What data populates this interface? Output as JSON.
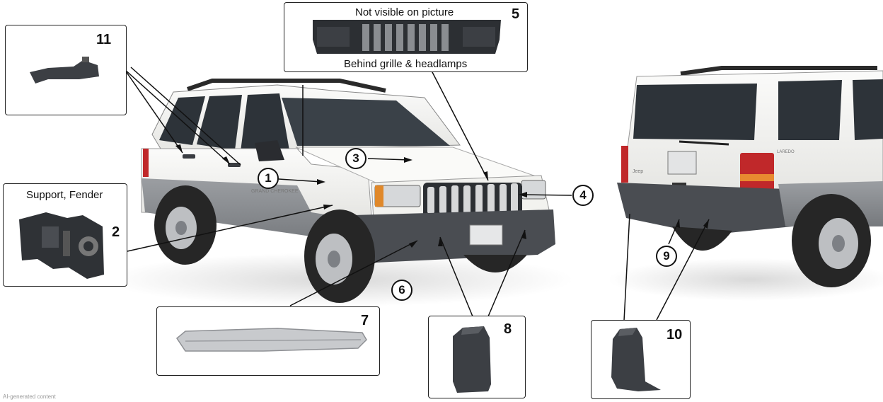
{
  "callouts": {
    "c1": "1",
    "c2": "2",
    "c3": "3",
    "c4": "4",
    "c5": "5",
    "c6": "6",
    "c7": "7",
    "c8": "8",
    "c9": "9",
    "c10": "10",
    "c11": "11"
  },
  "captions": {
    "support_fender": "Support, Fender",
    "not_visible": "Not visible on picture",
    "behind_grille": "Behind grille & headlamps"
  },
  "watermark": "AI-generated content",
  "colors": {
    "body_white": "#f4f4f2",
    "cladding_gray": "#8c8f93",
    "bumper_dark": "#4a4d52",
    "tire_black": "#262626",
    "glass": "#2d3339",
    "taillight_red": "#c0282a",
    "part_dark": "#3c3f44",
    "part_silver": "#c8cacd"
  },
  "icons": {
    "door_handle": "door-handle-part-icon",
    "fender_support": "fender-support-bracket-icon",
    "grille_reinforcement": "grille-reinforcement-part-icon",
    "bumper_reinforcement": "bumper-reinforcement-bar-icon",
    "front_bumper_end_cap": "bumper-end-cap-icon",
    "rear_bumper_end_cap": "rear-bumper-end-cap-icon"
  }
}
